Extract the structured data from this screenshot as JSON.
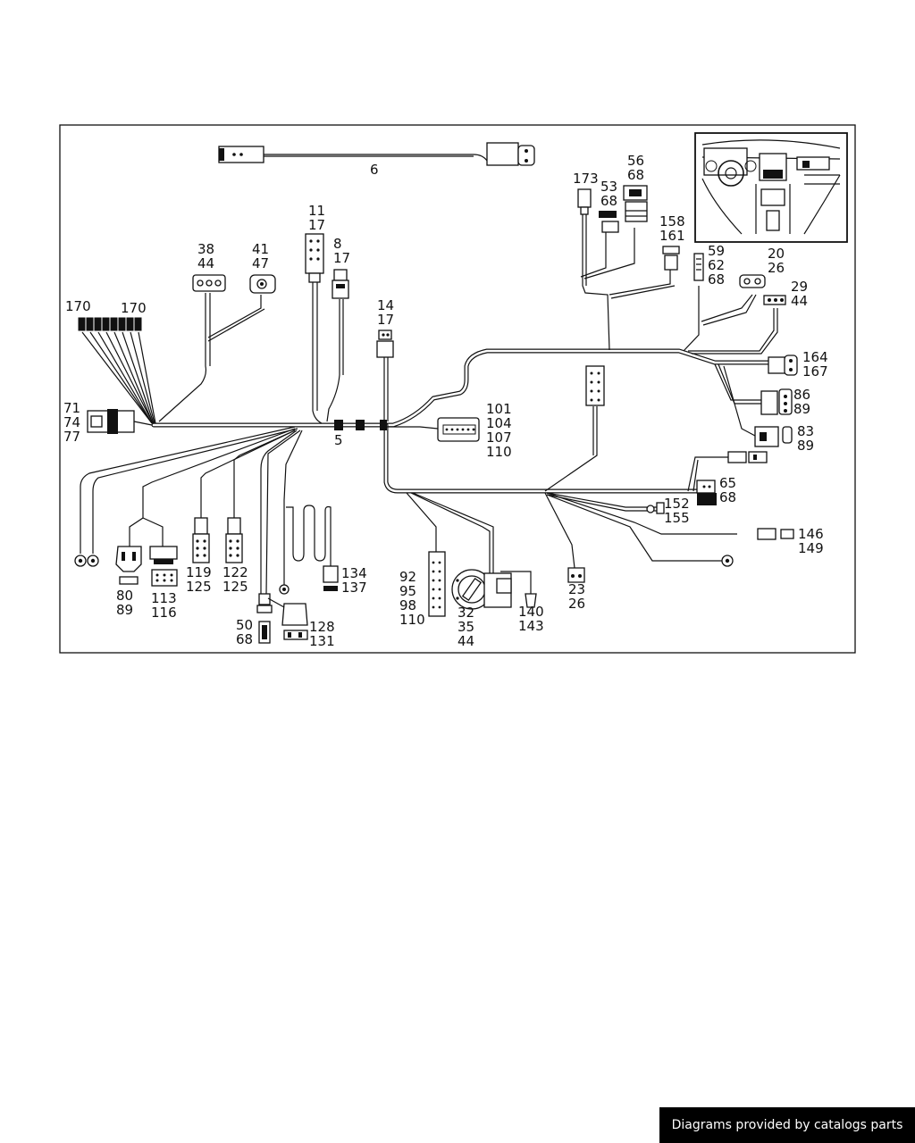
{
  "diagram": {
    "callouts": {
      "c6": "6",
      "c5": "5",
      "c11_17": [
        "11",
        "17"
      ],
      "c8_17": [
        "8",
        "17"
      ],
      "c14_17": [
        "14",
        "17"
      ],
      "c38_44": [
        "38",
        "44"
      ],
      "c41_47": [
        "41",
        "47"
      ],
      "c170a": "170",
      "c170b": "170",
      "c71": [
        "71",
        "74",
        "77"
      ],
      "c80": [
        "80",
        "89"
      ],
      "c113": [
        "113",
        "116"
      ],
      "c119": [
        "119",
        "125"
      ],
      "c122": [
        "122",
        "125"
      ],
      "c50": [
        "50",
        "68"
      ],
      "c128": [
        "128",
        "131"
      ],
      "c134": [
        "134",
        "137"
      ],
      "c92": [
        "92",
        "95",
        "98",
        "110"
      ],
      "c32": [
        "32",
        "35",
        "44"
      ],
      "c140": [
        "140",
        "143"
      ],
      "c23": [
        "23",
        "26"
      ],
      "c101": [
        "101",
        "104",
        "107",
        "110"
      ],
      "c152": [
        "152",
        "155"
      ],
      "c65": [
        "65",
        "68"
      ],
      "c146": [
        "146",
        "149"
      ],
      "c173": "173",
      "c53": [
        "53",
        "68"
      ],
      "c56": [
        "56",
        "68"
      ],
      "c158": [
        "158",
        "161"
      ],
      "c59": [
        "59",
        "62",
        "68"
      ],
      "c20": [
        "20",
        "26"
      ],
      "c29": [
        "29",
        "44"
      ],
      "c164": [
        "164",
        "167"
      ],
      "c86": [
        "86",
        "89"
      ],
      "c83": [
        "83",
        "89"
      ]
    }
  },
  "footer": {
    "text": "Diagrams provided by catalogs parts"
  }
}
